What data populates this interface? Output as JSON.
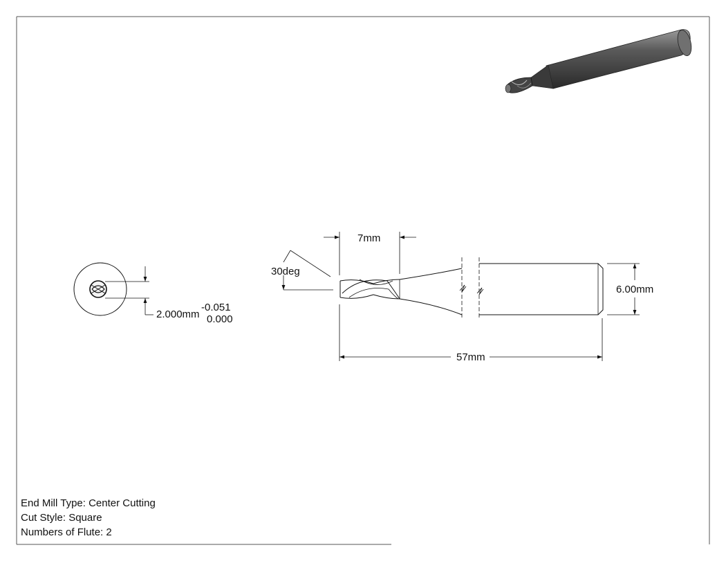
{
  "dimensions": {
    "flute_length": "7mm",
    "helix_angle": "30deg",
    "shank_diameter": "6.00mm",
    "overall_length": "57mm",
    "cutter_diameter": "2.000mm",
    "tolerance_upper": "-0.051",
    "tolerance_lower": "0.000"
  },
  "notes": {
    "end_mill_type": "End Mill Type: Center Cutting",
    "cut_style": "Cut Style: Square",
    "flutes": "Numbers of Flute: 2"
  }
}
